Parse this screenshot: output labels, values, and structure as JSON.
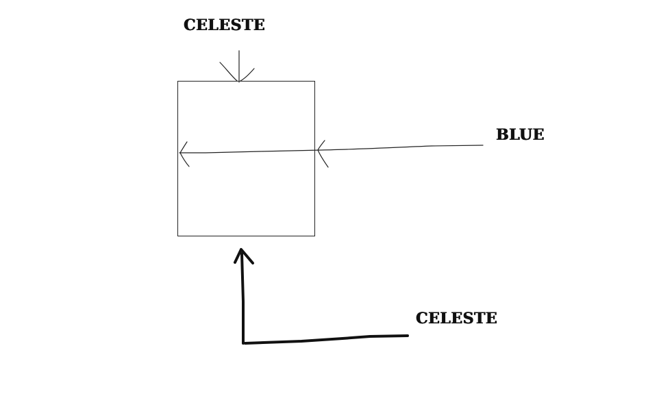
{
  "labels": {
    "top": "CELESTE",
    "right": "BLUE",
    "bottom": "CELESTE"
  }
}
